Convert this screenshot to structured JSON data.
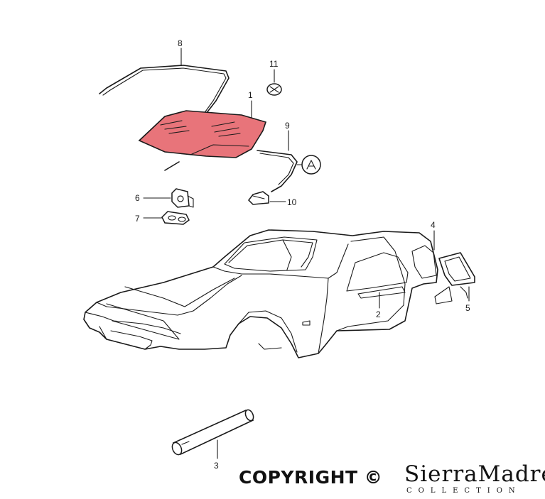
{
  "callouts": [
    "1",
    "2",
    "3",
    "4",
    "5",
    "6",
    "7",
    "8",
    "9",
    "10",
    "11"
  ],
  "footer": {
    "copyright": "COPYRIGHT ©",
    "brand": "SierraMadre",
    "brand_sub": "COLLECTION"
  },
  "colors": {
    "highlight": "#e8747a",
    "line": "#1a1a1a"
  }
}
